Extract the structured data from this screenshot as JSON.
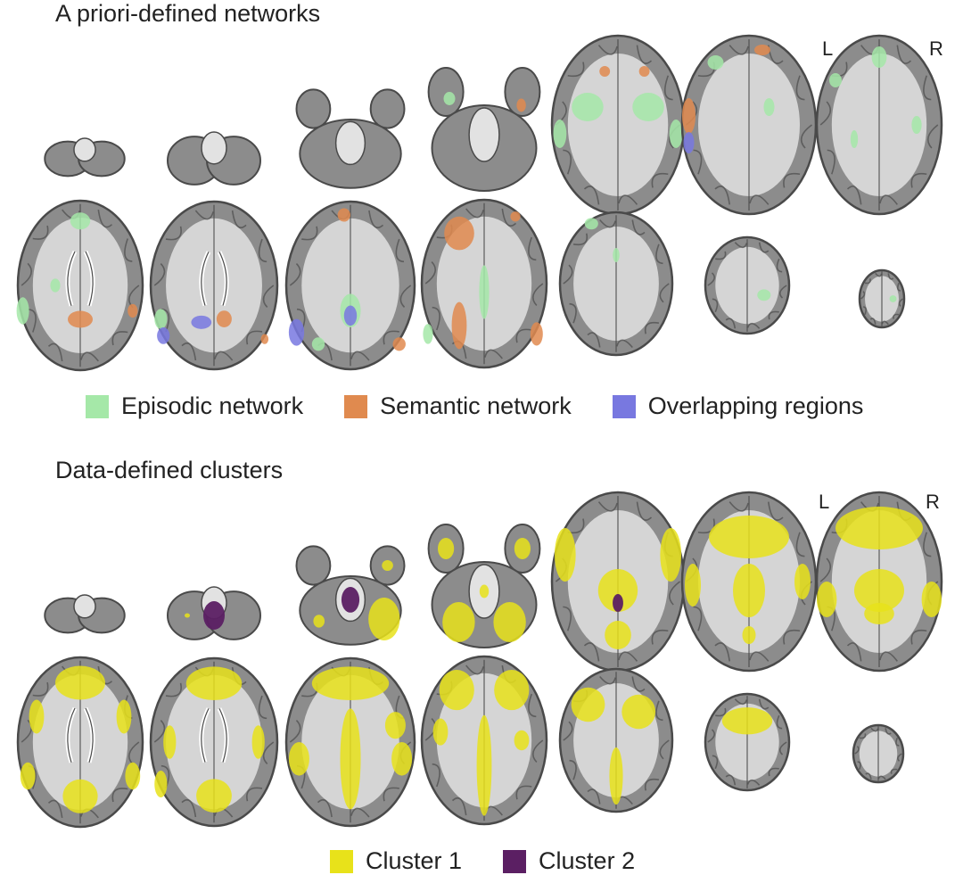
{
  "panels": [
    {
      "title": "A priori-defined networks",
      "orientation": {
        "left": "L",
        "right": "R"
      },
      "legend": [
        {
          "label": "Episodic network",
          "color": "#a5e8a8"
        },
        {
          "label": "Semantic network",
          "color": "#e08a4f"
        },
        {
          "label": "Overlapping regions",
          "color": "#7878e0"
        }
      ]
    },
    {
      "title": "Data-defined clusters",
      "orientation": {
        "left": "L",
        "right": "R"
      },
      "legend": [
        {
          "label": "Cluster 1",
          "color": "#e8e21a"
        },
        {
          "label": "Cluster 2",
          "color": "#5b1f63"
        }
      ]
    }
  ],
  "colors": {
    "brain_outer": "#4a4a4a",
    "brain_tissue": "#8c8c8c",
    "brain_white": "#e2e2e2"
  }
}
